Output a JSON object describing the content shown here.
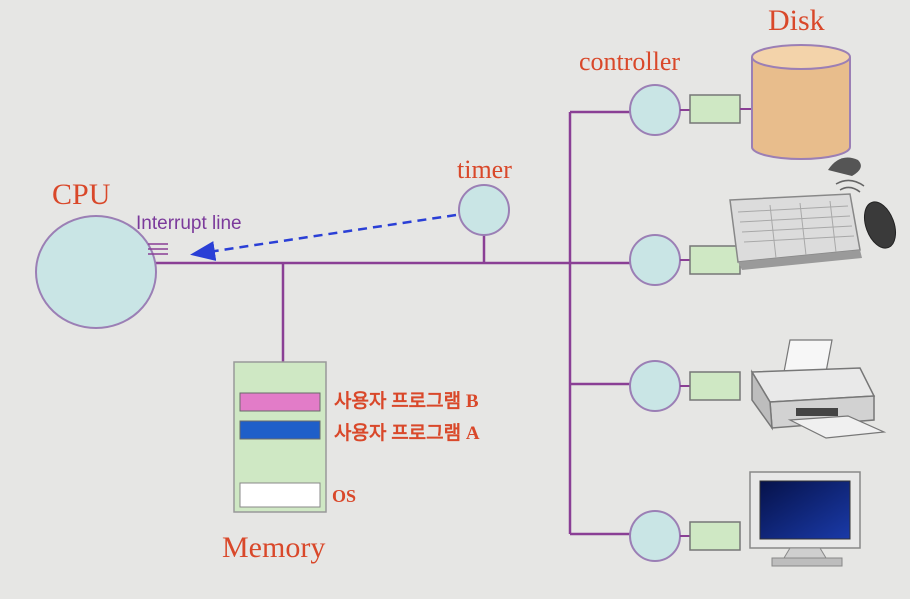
{
  "labels": {
    "cpu": "CPU",
    "interrupt_line": "Interrupt line",
    "timer": "timer",
    "controller": "controller",
    "disk": "Disk",
    "memory": "Memory",
    "user_program_b": "사용자 프로그램 B",
    "user_program_a": "사용자 프로그램 A",
    "os": "OS"
  },
  "colors": {
    "bus": "#8a3f95",
    "node_fill": "#c9e5e5",
    "node_stroke": "#9b7fb5",
    "label_red": "#d9482a",
    "interrupt_purple": "#7b3a9b",
    "arrow_blue": "#2a3fd6",
    "memory_fill": "#cfe8c4",
    "program_b": "#e27cc8",
    "program_a": "#1f5fc9",
    "disk_fill": "#e8bd8c"
  },
  "devices": [
    "disk",
    "keyboard-mouse",
    "printer",
    "monitor"
  ]
}
